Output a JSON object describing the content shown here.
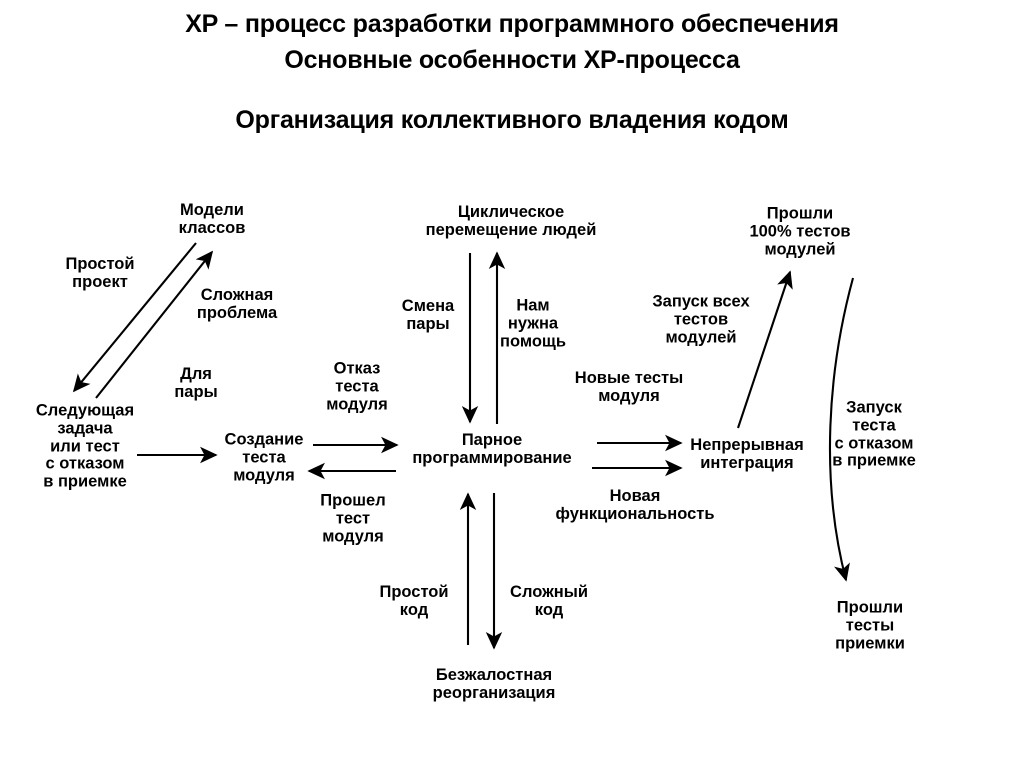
{
  "slide": {
    "title_lines": [
      "XP – процесс разработки программного обеспечения",
      "Основные особенности XP-процесса"
    ],
    "subtitle_lines": [
      "Организация коллективного владения кодом"
    ],
    "colors": {
      "background": "#ffffff",
      "ink": "#000000"
    }
  },
  "diagram": {
    "nodes": [
      {
        "id": "modeli-klassov",
        "text": "Модели\nклассов"
      },
      {
        "id": "sleduyushchaya",
        "text": "Следующая\nзадача\nили тест\nс отказом\nв приемке"
      },
      {
        "id": "sozdanie-testa",
        "text": "Создание\nтеста\nмодуля"
      },
      {
        "id": "ciklicheskoe",
        "text": "Циклическое\nперемещение людей"
      },
      {
        "id": "parnoe",
        "text": "Парное\nпрограммирование"
      },
      {
        "id": "bezzhalostnaya",
        "text": "Безжалостная\nреорганизация"
      },
      {
        "id": "proshli-100",
        "text": "Прошли\n100% тестов\nмодулей"
      },
      {
        "id": "nepreryvnaya",
        "text": "Непрерывная\nинтеграция"
      },
      {
        "id": "proshli-testy",
        "text": "Прошли\nтесты\nприемки"
      }
    ],
    "edge_labels": [
      {
        "id": "prostoy-proekt",
        "text": "Простой\nпроект"
      },
      {
        "id": "slozhnaya-problema",
        "text": "Сложная\nпроблема"
      },
      {
        "id": "dlya-pary",
        "text": "Для\nпары"
      },
      {
        "id": "otkaz-testa",
        "text": "Отказ\nтеста\nмодуля"
      },
      {
        "id": "proshel-test",
        "text": "Прошел\nтест\nмодуля"
      },
      {
        "id": "smena-pary",
        "text": "Смена\nпары"
      },
      {
        "id": "nam-nuzhna-pomoshch",
        "text": "Нам\nнужна\nпомощь"
      },
      {
        "id": "novye-testy",
        "text": "Новые тесты\nмодуля"
      },
      {
        "id": "novaya-funkc",
        "text": "Новая\nфункциональность"
      },
      {
        "id": "prostoy-kod",
        "text": "Простой\nкод"
      },
      {
        "id": "slozhnyy-kod",
        "text": "Сложный\nкод"
      },
      {
        "id": "zapusk-vseh",
        "text": "Запуск всех\nтестов\nмодулей"
      },
      {
        "id": "zapusk-testa",
        "text": "Запуск\nтеста\nс отказом\nв приемке"
      }
    ]
  }
}
